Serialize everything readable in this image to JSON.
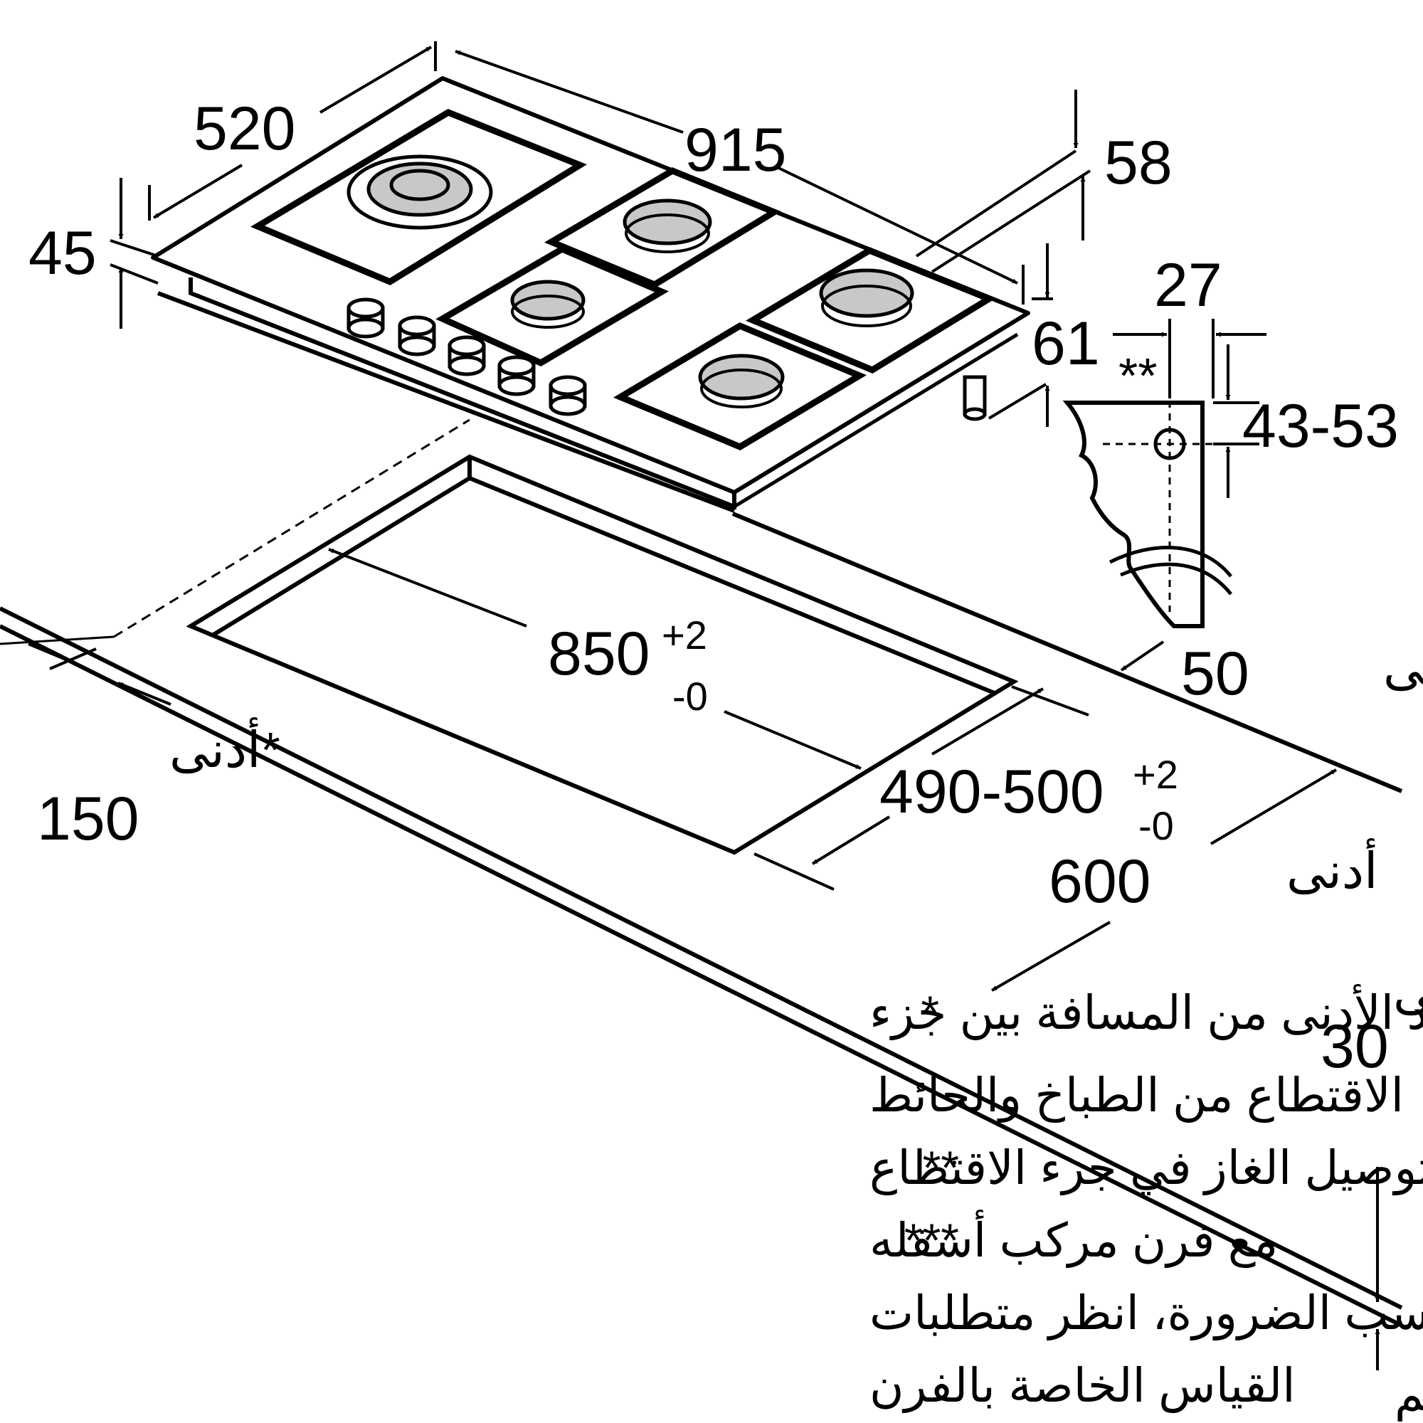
{
  "dimensions": {
    "depth": "520",
    "width": "915",
    "top_height": "58",
    "rim_height": "45",
    "body_height": "61",
    "gas_offset": "27",
    "gas_height": "43-53",
    "cutout_width": "850",
    "cutout_width_tol_plus": "+2",
    "cutout_width_tol_minus": "-0",
    "cutout_depth": "490-500",
    "cutout_depth_tol_plus": "+2",
    "cutout_depth_tol_minus": "-0",
    "min_wall_value": "150",
    "min_back_value": "50",
    "min_front_value": "600",
    "min_oven_value": "30"
  },
  "labels": {
    "min": "أدنى",
    "min_star": "*أدنى",
    "min_triple_star": "***أدنى",
    "double_star": "**"
  },
  "notes": [
    {
      "marker": "*",
      "lines": [
        "الحد الأدنى من المسافة بين جزء",
        "الاقتطاع من الطباخ والحائط"
      ]
    },
    {
      "marker": "**",
      "lines": [
        "موضع توصيل الغاز في جزء الاقتطاع"
      ]
    },
    {
      "marker": "***",
      "lines": [
        "مع فرن مركب أسفله",
        "أكبر بحسب الضرورة، انظر متطلبات",
        "القياس الخاصة بالفرن"
      ]
    }
  ],
  "units_caption": "القياسات بالمم"
}
